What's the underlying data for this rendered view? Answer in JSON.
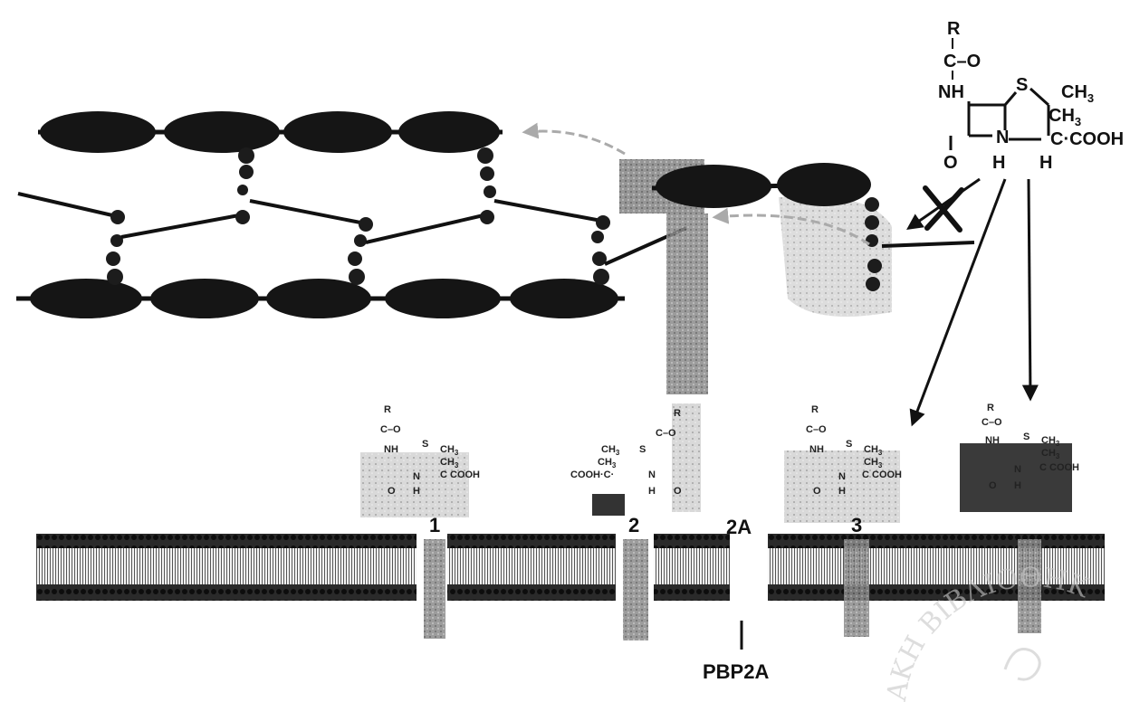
{
  "penicillin": {
    "R": "R",
    "CO": "C–O",
    "NH": "NH",
    "S": "S",
    "CH3a": "CH",
    "CH3b": "CH",
    "sub3": "3",
    "COOH": "C·COOH",
    "O": "O",
    "H1": "H",
    "H2": "H",
    "N": "N"
  },
  "small_molecule": {
    "R": "R",
    "CO": "C–O",
    "NH": "NH",
    "S": "S",
    "CH3": "CH",
    "CH3b": "CH",
    "sub3": "3",
    "COOH": "C COOH",
    "COOH_left": "COOH·C·",
    "O": "O",
    "N": "N",
    "H": "H"
  },
  "labels": {
    "pbp1": "1",
    "pbp2": "2",
    "pbp2a": "2A",
    "pbp3": "3",
    "pbp2a_caption": "PBP2A"
  },
  "watermark": {
    "text": "ΑΚΗ ΒΙΒΛΙΟΘΗΚ"
  },
  "colors": {
    "sugar": "#151515",
    "membrane_dark": "#1a1a1a",
    "protein_gray": "#9a9a9a"
  }
}
